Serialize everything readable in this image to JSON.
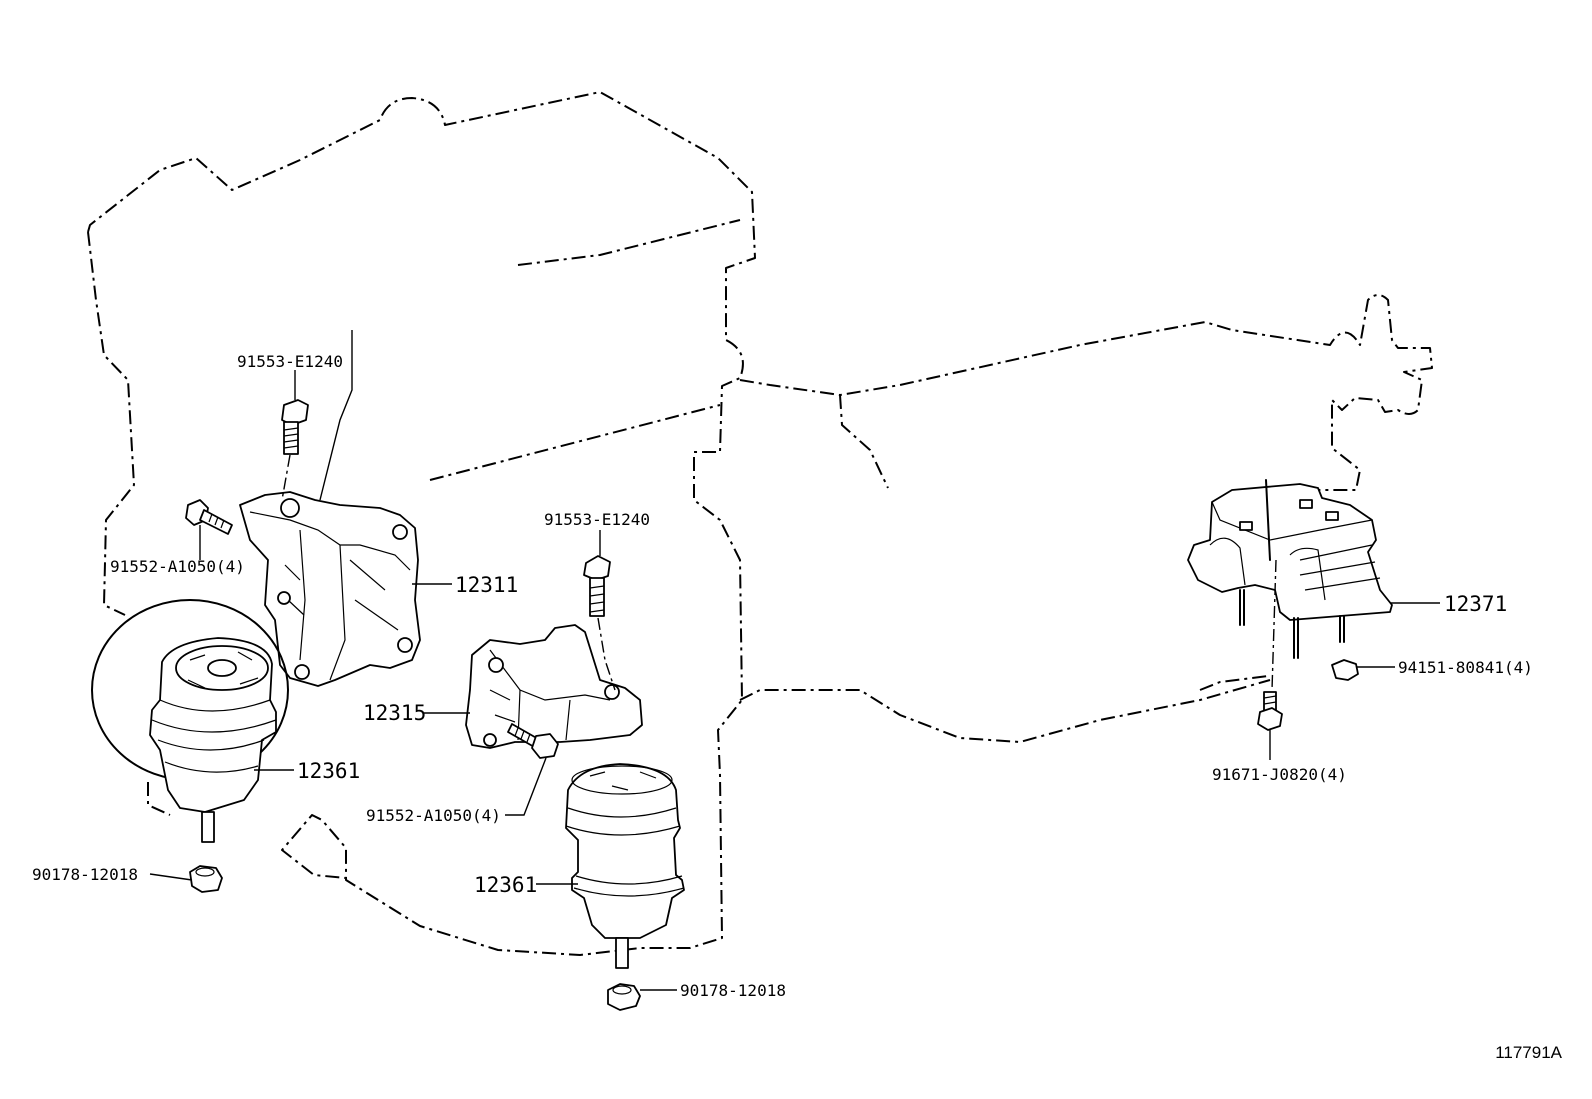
{
  "labels": {
    "bolt_upper_left": "91553-E1240",
    "bolt_side_left": "91552-A1050(4)",
    "bracket_left": "12311",
    "bolt_upper_center": "91553-E1240",
    "bracket_center": "12315",
    "insulator_left": "12361",
    "bolt_lower_center": "91552-A1050(4)",
    "nut_left": "90178-12018",
    "insulator_center": "12361",
    "nut_center": "90178-12018",
    "rear_mount": "12371",
    "rear_nut": "94151-80841(4)",
    "rear_bolt": "91671-J0820(4)"
  },
  "drawing_id": "117791A"
}
